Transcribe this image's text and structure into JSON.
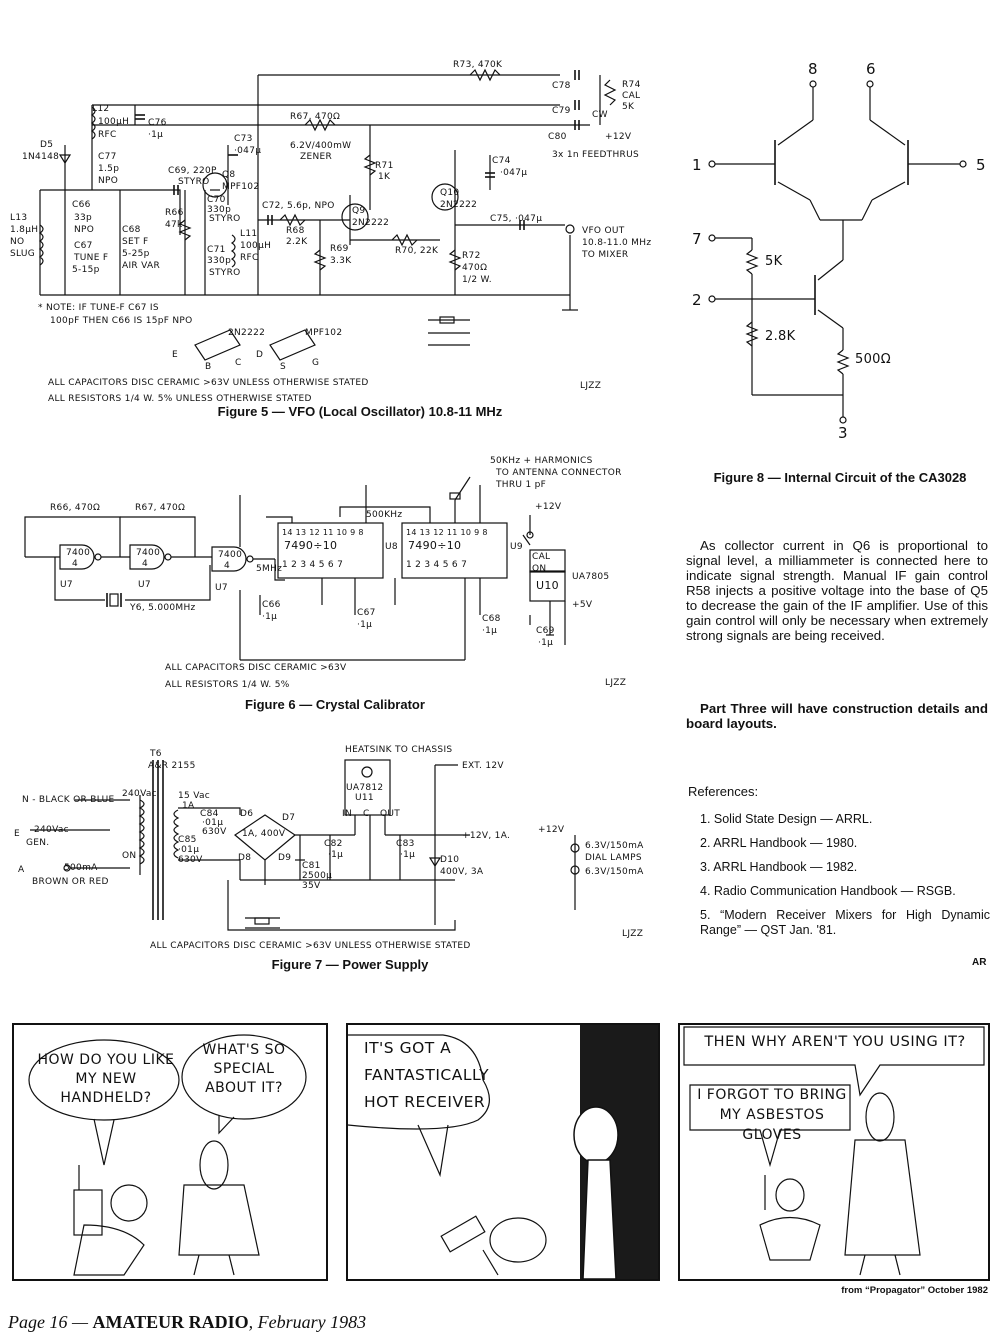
{
  "figure5": {
    "caption": "Figure 5 — VFO (Local Oscillator) 10.8-11 MHz",
    "labels": {
      "r73": "R73, 470K",
      "c78": "C78",
      "c79": "C79",
      "c80": "C80",
      "r74": "R74",
      "r74_cal": "CAL",
      "r74_val": "5K",
      "cw": "CW",
      "plus12": "+12V",
      "feedthrus": "3x 1n FEEDTHRUS",
      "l12": "L12",
      "l12_val": "100µH",
      "l12_rfc": "RFC",
      "c76": "C76",
      "c76_val": "·1µ",
      "r67": "R67, 470Ω",
      "zener": "6.2V/400mW",
      "zener2": "ZENER",
      "c73": "C73",
      "c73_val": "·047µ",
      "c74": "C74",
      "c74_val": "·047µ",
      "d5": "D5",
      "d5_val": "1N4148",
      "c77": "C77",
      "c77_v1": "1.5p",
      "c77_v2": "NPO",
      "c69": "C69, 220P",
      "styro": "STYRO",
      "q8": "Q8",
      "q8_type": "MPF102",
      "c70": "C70",
      "c70_val": "330p",
      "c70_styro": "STYRO",
      "r71": "R71",
      "r71_val": "1K",
      "q10": "Q10",
      "q10_type": "2N2222",
      "c66": "C66",
      "c66_v1": "33p",
      "c66_v2": "NPO",
      "l13": "L13",
      "l13_v1": "1.8µH",
      "l13_v2": "NO",
      "l13_v3": "SLUG",
      "c67": "C67",
      "c67_v1": "TUNE F",
      "c67_v2": "5-15p",
      "c68": "C68",
      "c68_v1": "SET F",
      "c68_v2": "5-25p",
      "c68_v3": "AIR VAR",
      "r66": "R66",
      "r66_val": "47k",
      "c72": "C72, 5.6p, NPO",
      "r68": "R68",
      "r68_val": "2.2K",
      "q9": "Q9",
      "q9_type": "2N2222",
      "c75": "C75, ·047µ",
      "vfo_out": "VFO OUT",
      "vfo_freq": "10.8-11.0 MHz",
      "to_mixer": "TO MIXER",
      "l11": "L11",
      "l11_v1": "100µH",
      "l11_v2": "RFC",
      "c71": "C71",
      "c71_v1": "330p",
      "c71_v2": "STYRO",
      "r69": "R69",
      "r69_val": "3.3K",
      "r70": "R70, 22K",
      "r72": "R72",
      "r72_v1": "470Ω",
      "r72_v2": "1/2 W.",
      "note1": "* NOTE: IF TUNE-F C67 IS",
      "note2": "100pF THEN C66 IS 15pF NPO",
      "pkg_2n2222": "2N2222",
      "pkg_mpf102": "MPF102",
      "pin_e": "E",
      "pin_b": "B",
      "pin_c": "C",
      "pin_d": "D",
      "pin_s": "S",
      "pin_g": "G",
      "all_caps": "ALL CAPACITORS DISC CERAMIC >63V UNLESS OTHERWISE STATED",
      "all_res": "ALL RESISTORS 1/4 W. 5% UNLESS OTHERWISE STATED",
      "signature": "LJZZ"
    }
  },
  "figure6": {
    "caption": "Figure 6 — Crystal Calibrator",
    "labels": {
      "r66": "R66, 470Ω",
      "r67": "R67, 470Ω",
      "ic1": "7400",
      "ic1b": "4",
      "ic2": "7400",
      "ic2b": "4",
      "ic3": "7400",
      "ic3b": "4",
      "u7a": "U7",
      "u7b": "U7",
      "u7c": "U7",
      "y6": "Y6, 5.000MHz",
      "mhz5": "5MHz",
      "khz500": "500KHz",
      "u8": "U8",
      "u8_ic": "7490÷10",
      "u9": "U9",
      "u9_ic": "7490÷10",
      "pins_top": "14 13 12 11 10 9 8",
      "pins_bot": "1 2 3 4 5 6 7",
      "c66": "C66",
      "c66_val": "·1µ",
      "c67": "C67",
      "c67_val": "·1µ",
      "c68": "C68",
      "c68_val": "·1µ",
      "c69": "C69",
      "c69_val": "·1µ",
      "harmonics1": "50KHz + HARMONICS",
      "harmonics2": "TO ANTENNA CONNECTOR",
      "harmonics3": "THRU 1 pF",
      "plus12": "+12V",
      "cal": "CAL",
      "on": "ON",
      "u10": "U10",
      "ua7805": "UA7805",
      "plus5": "+5V",
      "all_caps": "ALL CAPACITORS DISC CERAMIC >63V",
      "all_res": "ALL RESISTORS 1/4 W. 5%",
      "signature": "LJZZ"
    }
  },
  "figure7": {
    "caption": "Figure 7 — Power Supply",
    "labels": {
      "t6": "T6",
      "t6_part": "A&R 2155",
      "heatsink": "HEATSINK TO CHASSIS",
      "ext12": "EXT. 12V",
      "n_wire": "N - BLACK OR BLUE",
      "e_wire": "E",
      "gen": "GEN.",
      "v240": "240Vac",
      "v240b": "240Vac",
      "a_wire": "A",
      "fuse": "500mA",
      "brown": "BROWN OR RED",
      "on": "ON",
      "v15": "15 Vac",
      "a1": "1A",
      "c84": "C84",
      "c84_v1": "·01µ",
      "c84_v2": "630V",
      "c85": "C85",
      "c85_v1": "·01µ",
      "c85_v2": "630V",
      "d6": "D6",
      "d7": "D7",
      "d8": "D8",
      "d9": "D9",
      "bridge": "1A, 400V",
      "c81": "C81",
      "c81_v1": "2500µ",
      "c81_v2": "35V",
      "u11": "U11",
      "ua7812": "UA7812",
      "in": "IN",
      "c": "C",
      "out": "OUT",
      "c82": "C82",
      "c82_val": "·1µ",
      "c83": "C83",
      "c83_val": "·1µ",
      "d10": "D10",
      "d10_val": "400V, 3A",
      "out12": "+12V, 1A.",
      "plus12": "+12V",
      "lamp1": "6.3V/150mA",
      "dial": "DIAL LAMPS",
      "lamp2": "6.3V/150mA",
      "all_caps": "ALL CAPACITORS DISC CERAMIC >63V UNLESS OTHERWISE STATED",
      "signature": "LJZZ"
    }
  },
  "figure8": {
    "caption": "Figure 8 — Internal Circuit of the CA3028",
    "labels": {
      "p8": "8",
      "p6": "6",
      "p1": "1",
      "p5": "5",
      "p7": "7",
      "p2": "2",
      "p3": "3",
      "r5k": "5K",
      "r28k": "2.8K",
      "r500": "500Ω"
    }
  },
  "article": {
    "paragraph": "As collector current in Q6 is proportional to signal level, a milliammeter is connected here to indicate signal strength. Manual IF gain control R58 injects a positive voltage into the base of Q5 to decrease the gain of the IF amplifier. Use of this gain control will only be necessary when extremely strong signals are being received.",
    "part_three": "Part Three will have construction details and board layouts.",
    "references_title": "References:",
    "references": [
      "1. Solid State Design — ARRL.",
      "2. ARRL Handbook — 1980.",
      "3. ARRL Handbook — 1982.",
      "4. Radio Communication Handbook — RSGB.",
      "5. “Modern Receiver Mixers for High Dynamic Range” — QST Jan. '81."
    ],
    "end_mark": "AR"
  },
  "cartoon": {
    "panel1_left": "HOW DO YOU LIKE MY NEW HANDHELD?",
    "panel1_right": "WHAT'S SO SPECIAL ABOUT IT?",
    "panel2": "IT'S GOT A FANTASTICALLY HOT RECEIVER",
    "panel3_top": "THEN WHY AREN'T YOU USING IT?",
    "panel3_bottom": "I FORGOT TO BRING MY ASBESTOS GLOVES",
    "credit": "from “Propagator” October 1982"
  },
  "footer": {
    "page": "Page 16 — ",
    "magazine": "AMATEUR RADIO",
    "date": ", February 1983"
  }
}
